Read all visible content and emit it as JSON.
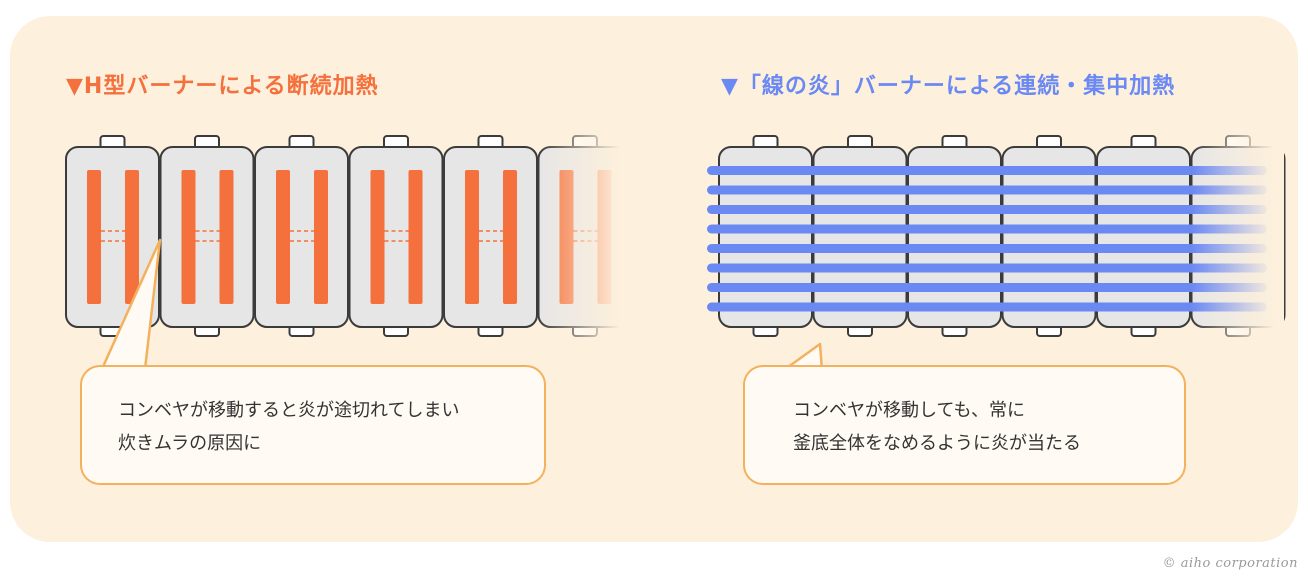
{
  "left": {
    "title": "▼H型バーナーによる断続加熱",
    "callout_lines": [
      "コンベヤが移動すると炎が途切れてしまい",
      "炊きムラの原因に"
    ],
    "burner_count": 5,
    "color_flame": "#f4703c",
    "color_title": "#f4703c"
  },
  "right": {
    "title": "▼「線の炎」バーナーによる連続・集中加熱",
    "callout_lines": [
      "コンベヤが移動しても、常に",
      "釜底全体をなめるように炎が当たる"
    ],
    "burner_count": 5,
    "line_count": 8,
    "color_flame": "#6b89f3",
    "color_title": "#6b89f3"
  },
  "colors": {
    "background": "#fdf0dc",
    "plate_fill": "#e6e6e6",
    "plate_stroke": "#3b3b3b",
    "callout_border": "#f3b15e",
    "callout_fill": "#fffbf4"
  },
  "credit": "© aiho corporation"
}
